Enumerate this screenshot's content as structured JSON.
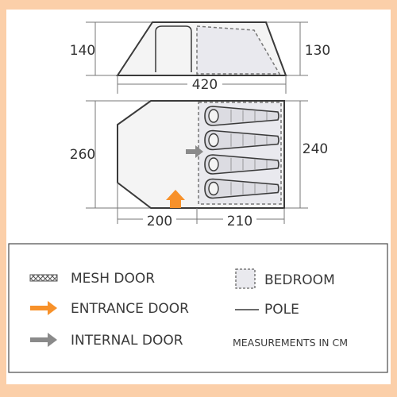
{
  "colors": {
    "background_frame": "#fbcfa9",
    "tent_fill": "#f4f4f4",
    "bedroom_fill": "#e9e9ee",
    "entrance_arrow": "#f7912a",
    "internal_arrow": "#8a8a8a",
    "outline": "#3a3a3a"
  },
  "dimensions": {
    "side_height_front": "140",
    "side_height_rear": "130",
    "total_length": "420",
    "width_outer": "260",
    "width_bedroom": "240",
    "length_living": "200",
    "length_bedroom": "210"
  },
  "bedroom": {
    "sleeping_bags": 4
  },
  "legend": {
    "mesh_door": "MESH DOOR",
    "entrance_door": "ENTRANCE DOOR",
    "internal_door": "INTERNAL DOOR",
    "bedroom": "BEDROOM",
    "pole": "POLE",
    "units_note": "MEASUREMENTS IN CM"
  }
}
